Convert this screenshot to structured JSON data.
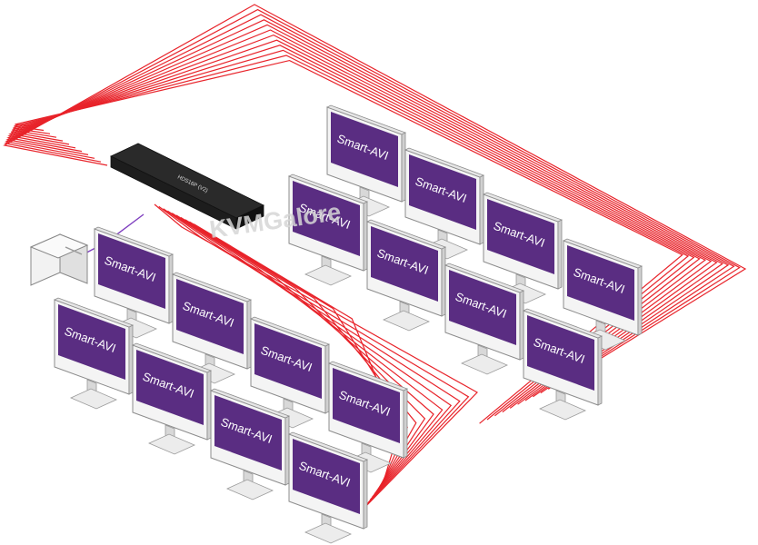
{
  "switch_unit": {
    "label": "HDS16P (V2)"
  },
  "watermark": "KVMGalore",
  "screen_brand": "Smart-AVI",
  "colors": {
    "cable": "#e8232a",
    "host_cable": "#7f3fbf",
    "screen": "#5a2d82",
    "switch_body": "#1d1d1d",
    "monitor_frame": "#f2f2f2"
  },
  "monitors": [
    {
      "id": 1,
      "brand": "Smart-AVI"
    },
    {
      "id": 2,
      "brand": "Smart-AVI"
    },
    {
      "id": 3,
      "brand": "Smart-AVI"
    },
    {
      "id": 4,
      "brand": "Smart-AVI"
    },
    {
      "id": 5,
      "brand": "Smart-AVI"
    },
    {
      "id": 6,
      "brand": "Smart-AVI"
    },
    {
      "id": 7,
      "brand": "Smart-AVI"
    },
    {
      "id": 8,
      "brand": "Smart-AVI"
    },
    {
      "id": 9,
      "brand": "Smart-AVI"
    },
    {
      "id": 10,
      "brand": "Smart-AVI"
    },
    {
      "id": 11,
      "brand": "Smart-AVI"
    },
    {
      "id": 12,
      "brand": "Smart-AVI"
    },
    {
      "id": 13,
      "brand": "Smart-AVI"
    },
    {
      "id": 14,
      "brand": "Smart-AVI"
    },
    {
      "id": 15,
      "brand": "Smart-AVI"
    },
    {
      "id": 16,
      "brand": "Smart-AVI"
    }
  ]
}
